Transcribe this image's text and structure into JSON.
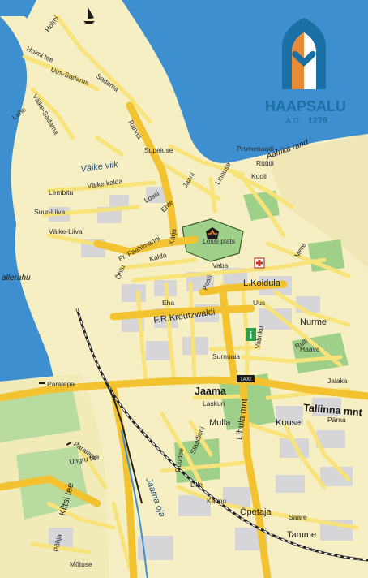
{
  "colors": {
    "water": "#3e8fcf",
    "land": "#f6efc3",
    "park": "#9fd08a",
    "built": "#d6d6d8",
    "road_main": "#f2c230",
    "road_minor": "#f8e27a",
    "railway": "#222222",
    "logo_blue": "#1a6fa5",
    "logo_orange": "#e8852a"
  },
  "logo": {
    "name": "HAAPSALU",
    "ad_prefix": "A.D.",
    "year": "1279"
  },
  "streets": {
    "holmi": "Holmi",
    "holmi_tee": "Holmi tee",
    "uus_sadama": "Uus-Sadama",
    "sadama": "Sadama",
    "vaike_sadama": "Väike-Sadama",
    "lahe": "Lahe",
    "vaike_viik": "Väike viik",
    "supeluse": "Supeluse",
    "promenaadi": "Promenaadi",
    "aafrika_rand": "Aafrika rand",
    "lembitu": "Lembitu",
    "vaike_kalda": "Väike kalda",
    "suur_liiva": "Suur-Liiva",
    "vaike_liiva": "Väike-Liiva",
    "jaani": "Jaani",
    "kooli": "Kooli",
    "lossi": "Lossi",
    "ehte": "Ehte",
    "linnuse": "Linnuse",
    "karja": "Kärja",
    "f_r_faehlmanni": "Fr. Faehlmanni",
    "kalda": "Kalda",
    "vaba": "Vaba",
    "posti": "Posti",
    "l_koidula": "L.Koidula",
    "mere": "Mere",
    "ehte_2": "Eha",
    "uus": "Uus",
    "f_r_kreutzwaldi": "F.R.Kreutzwaldi",
    "nurme": "Nurme",
    "surnuaia": "Surnuaia",
    "haava": "Haava",
    "jalaka": "Jalaka",
    "jaama": "Jaama",
    "tallinna_mnt": "Tallinna mnt",
    "laskuri": "Laskuri",
    "mulla": "Mulla",
    "kuuse": "Kuuse",
    "parna": "Pärna",
    "lihula_mnt": "Lihula mnt",
    "staadioni": "Staadioni",
    "ruudee": "Ruudee",
    "lille": "Lille",
    "kalmu": "Kalmu",
    "opetaja": "Õpetaja",
    "saare": "Saare",
    "tamme": "Tamme",
    "kiltsi_tee": "Kiltsi tee",
    "paralepa": "Paralepa",
    "ungru_tee": "Ungru tee",
    "jaama_oja": "Jaama oja",
    "pohja": "Põhja",
    "motuse": "Mõtuse",
    "allerahu": "allerahu",
    "lossi_park": "Lossi plats",
    "ranna": "Ranna",
    "ruutli": "Rüütli",
    "vabriku": "Vabriku",
    "ohtu": "Õhtu",
    "rulli": "Rulli"
  }
}
